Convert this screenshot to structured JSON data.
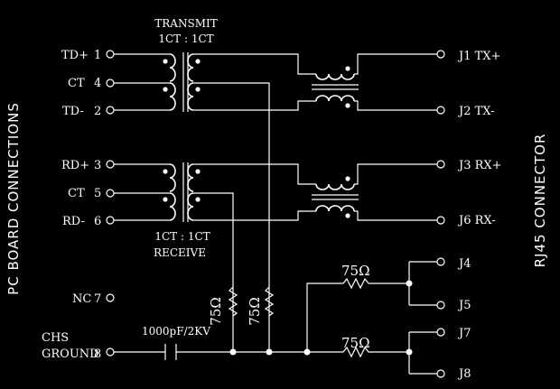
{
  "diagram": {
    "left_side_label": "PC BOARD CONNECTIONS",
    "right_side_label": "RJ45 CONNECTOR",
    "transmit_label": "TRANSMIT",
    "transmit_ratio": "1CT : 1CT",
    "receive_ratio": "1CT : 1CT",
    "receive_label": "RECEIVE",
    "capacitor_label": "1000pF/2KV",
    "resistor_label": "75Ω",
    "left_pins": [
      {
        "name": "TD+",
        "num": "1"
      },
      {
        "name": "CT",
        "num": "4"
      },
      {
        "name": "TD-",
        "num": "2"
      },
      {
        "name": "RD+",
        "num": "3"
      },
      {
        "name": "CT",
        "num": "5"
      },
      {
        "name": "RD-",
        "num": "6"
      },
      {
        "name": "NC",
        "num": "7"
      }
    ],
    "chs_ground": {
      "line1": "CHS",
      "line2": "GROUND",
      "num": "8"
    },
    "right_pins": [
      "J1 TX+",
      "J2 TX-",
      "J3 RX+",
      "J6 RX-",
      "J4",
      "J5",
      "J7",
      "J8"
    ]
  }
}
